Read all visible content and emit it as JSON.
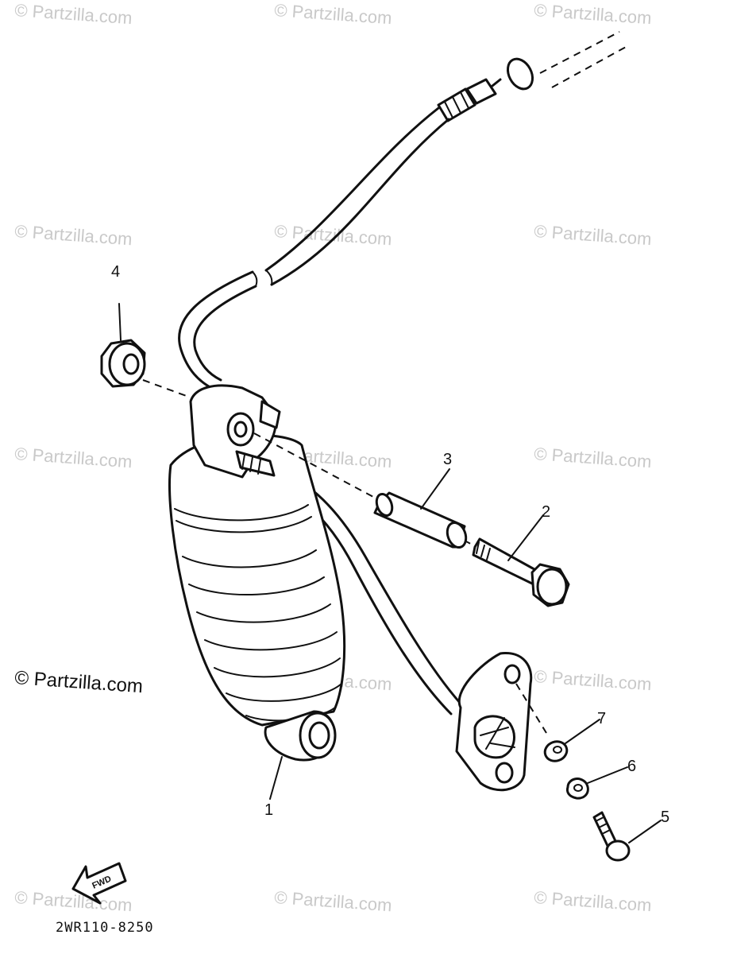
{
  "watermark": "© Partzilla.com",
  "main_watermark": "© Partzilla.com",
  "diagram_code": "2WR110-8250",
  "fwd_label": "FWD",
  "callouts": [
    "1",
    "2",
    "3",
    "4",
    "5",
    "6",
    "7"
  ],
  "colors": {
    "line": "#111111",
    "watermark": "#c9c9c9",
    "background": "#ffffff"
  }
}
